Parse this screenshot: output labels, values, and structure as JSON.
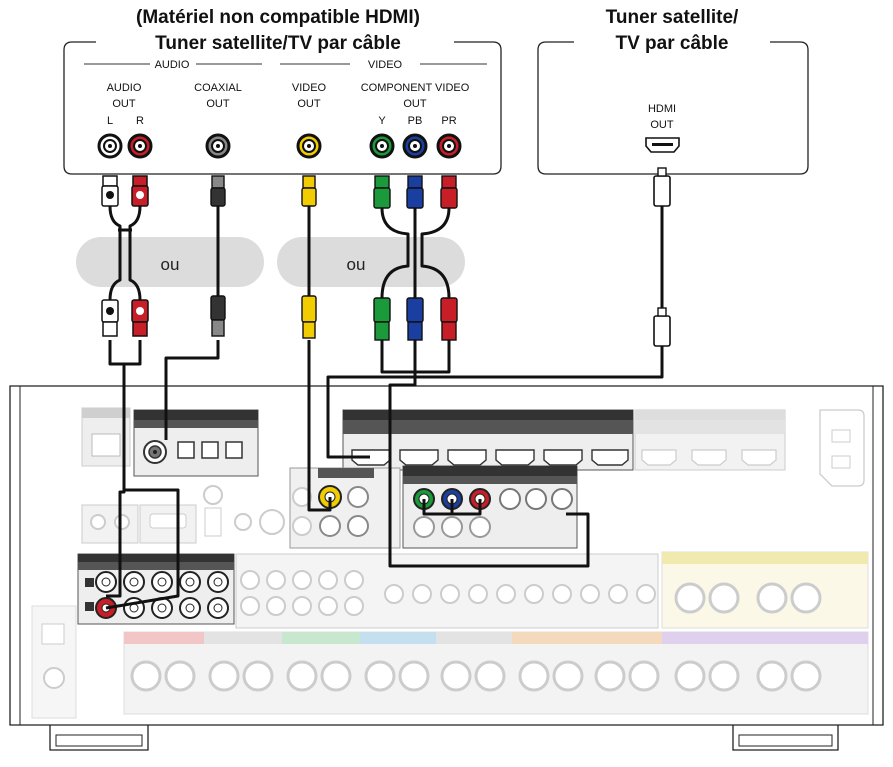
{
  "left_device": {
    "header_line1": "(Matériel non compatible HDMI)",
    "header_line2": "Tuner satellite/TV par câble",
    "group_audio": "AUDIO",
    "group_video": "VIDEO",
    "audio_out_line1": "AUDIO",
    "audio_out_line2": "OUT",
    "channel_l": "L",
    "channel_r": "R",
    "coaxial_line1": "COAXIAL",
    "coaxial_line2": "OUT",
    "video_out_line1": "VIDEO",
    "video_out_line2": "OUT",
    "component_line1": "COMPONENT VIDEO",
    "component_line2": "OUT",
    "comp_y": "Y",
    "comp_pb": "PB",
    "comp_pr": "PR"
  },
  "right_device": {
    "header_line1": "Tuner satellite/",
    "header_line2": "TV par câble",
    "hdmi_line1": "HDMI",
    "hdmi_line2": "OUT"
  },
  "or_labels": {
    "left": "ou",
    "right": "ou"
  },
  "colors": {
    "cable": "#111111",
    "audio_left": "#ffffff",
    "audio_right": "#d0202a",
    "video_yellow": "#f4d000",
    "comp_y": "#1a9a3a",
    "comp_pb": "#1a3fa0",
    "comp_pr": "#d0202a",
    "ou_bubble": "#dcdcdc"
  },
  "icons": [
    "rca-jack-icon",
    "rca-plug-icon",
    "hdmi-port-icon",
    "hdmi-plug-icon",
    "coaxial-plug-icon"
  ]
}
